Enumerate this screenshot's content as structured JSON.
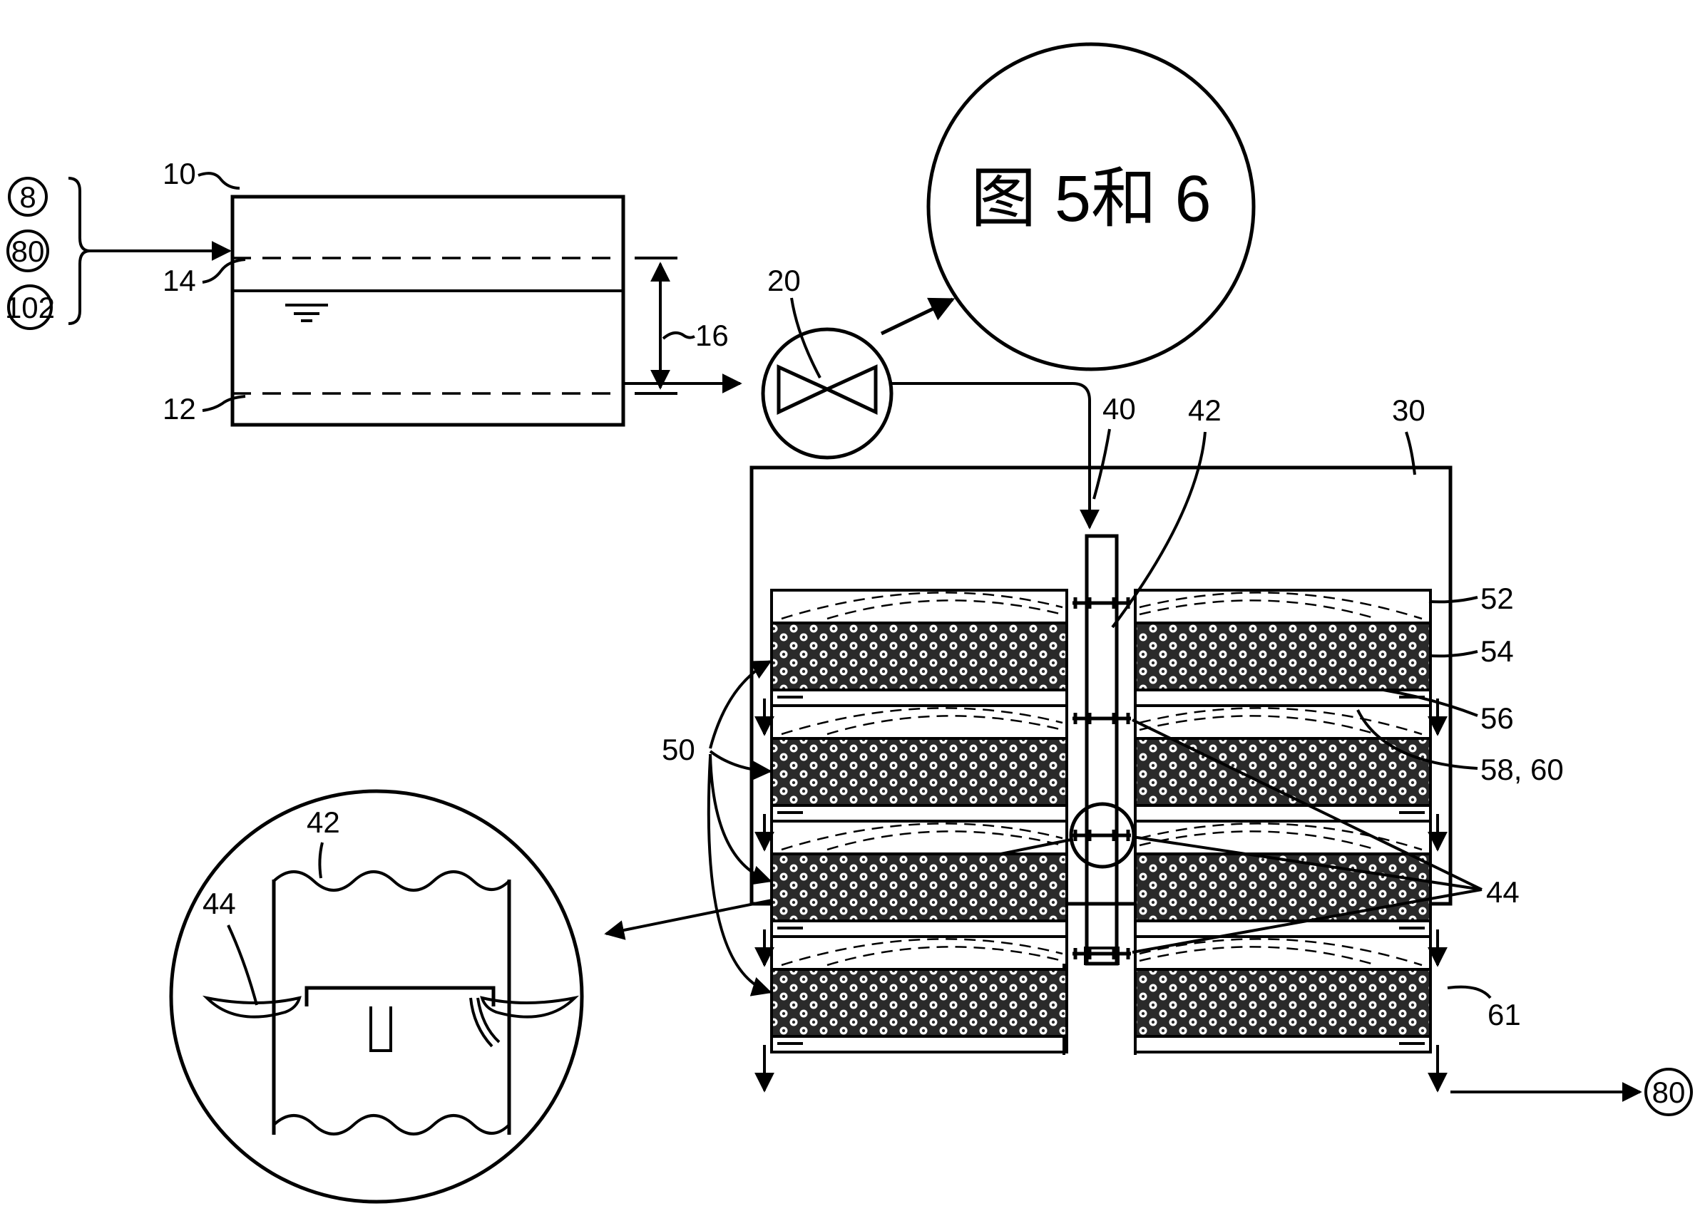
{
  "figure": {
    "ref_title": "图 5和 6",
    "labels": {
      "source_8": "8",
      "source_80": "80",
      "source_102": "102",
      "tank": "10",
      "bottom_level": "12",
      "top_level": "14",
      "level_range": "16",
      "valve": "20",
      "vessel": "30",
      "inlet": "40",
      "distributor": "42",
      "nozzles": "44",
      "trays": "50",
      "top_layer": "52",
      "packing": "54",
      "plate": "56",
      "layer_58_60": "58, 60",
      "wall": "61",
      "outlet_80": "80",
      "detail_distributor": "42",
      "detail_nozzle": "44"
    }
  }
}
